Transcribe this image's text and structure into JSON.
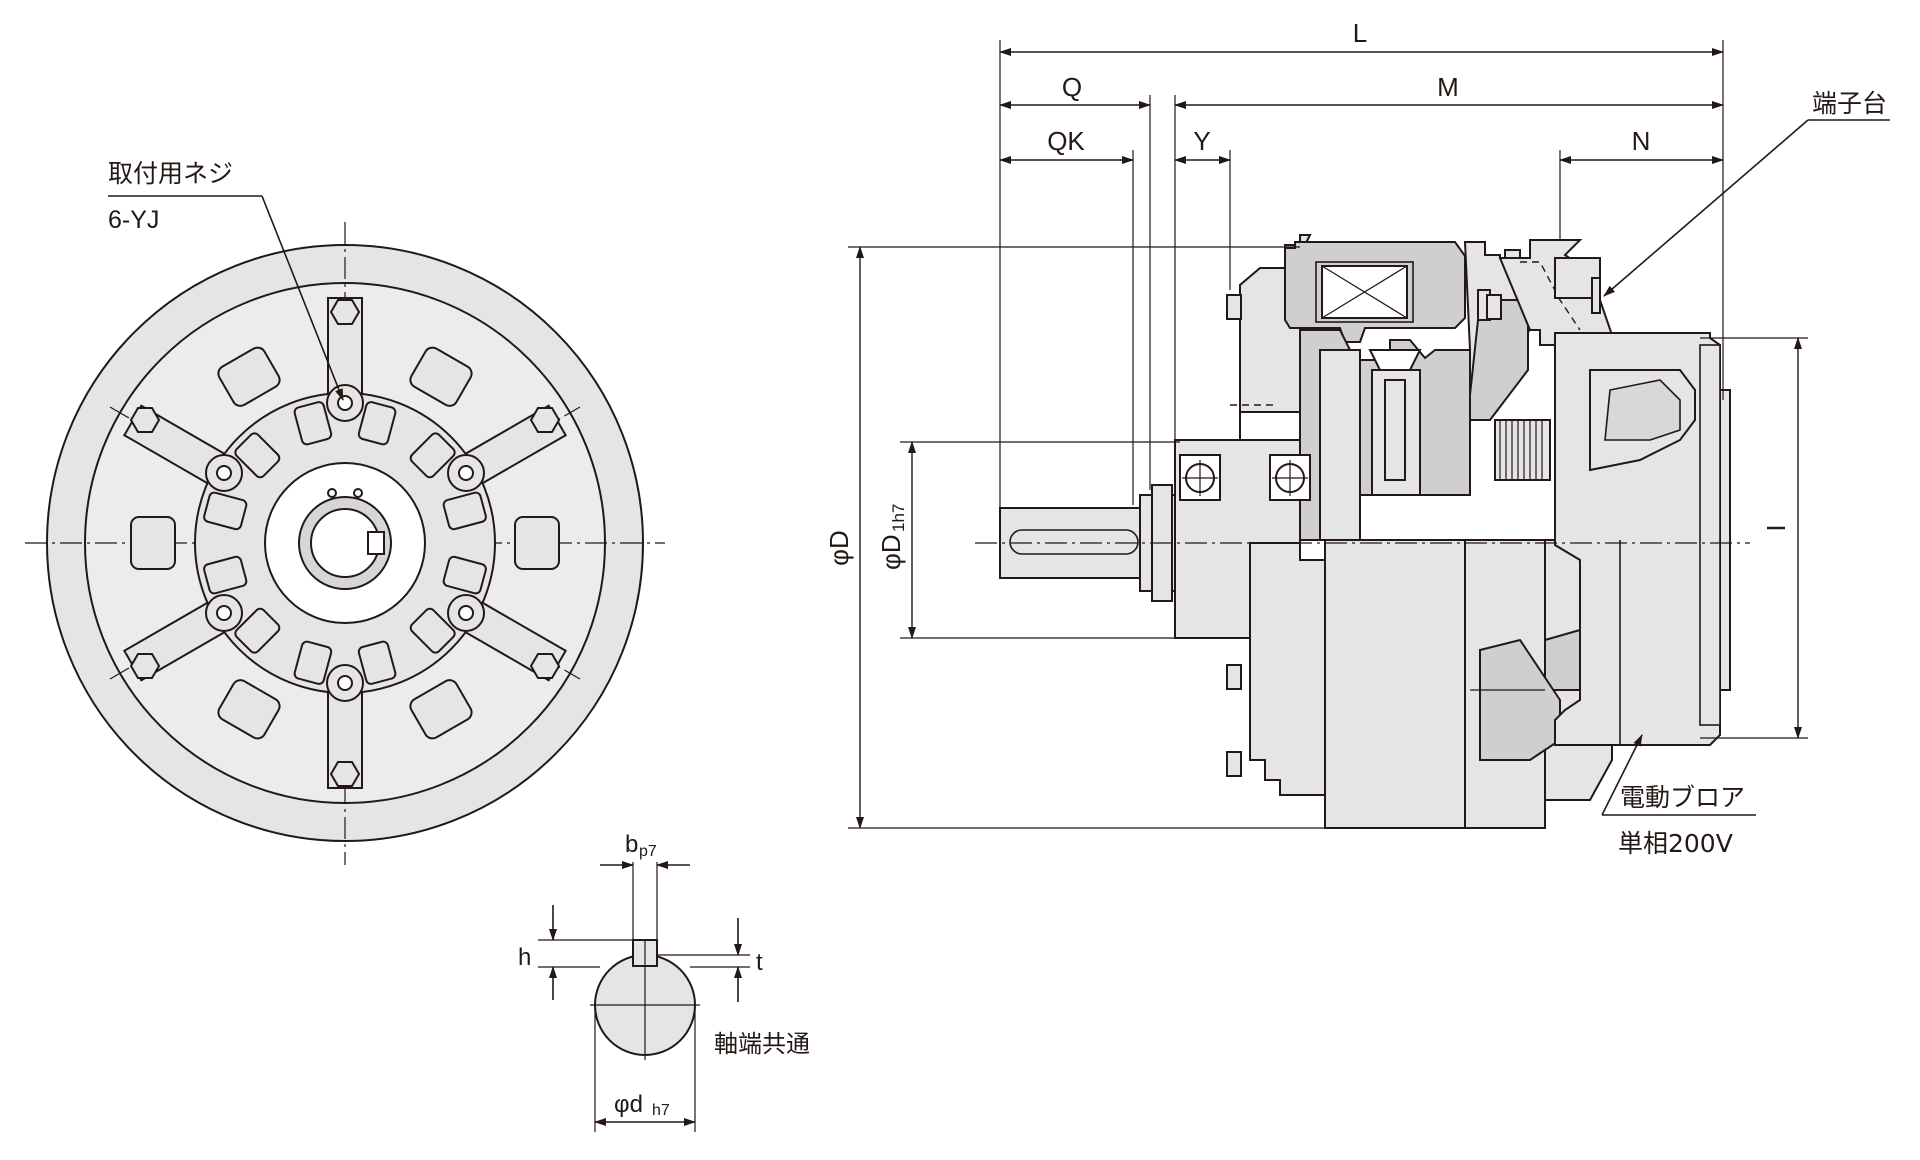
{
  "front_view": {
    "callout_title": "取付用ネジ",
    "callout_spec": "6-YJ"
  },
  "side_view": {
    "dim_L": "L",
    "dim_Q": "Q",
    "dim_M": "M",
    "dim_QK": "QK",
    "dim_Y": "Y",
    "dim_N": "N",
    "dim_D": "φD",
    "dim_D1_main": "φD",
    "dim_D1_sub": "1h7",
    "dim_I": "I",
    "terminal_label": "端子台",
    "blower_label": "電動ブロア",
    "blower_spec": "単相200V"
  },
  "shaft_detail": {
    "dim_b_main": "b",
    "dim_b_sub": "p7",
    "dim_h": "h",
    "dim_t": "t",
    "dim_d_main": "φd",
    "dim_d_sub": "h7",
    "note": "軸端共通"
  }
}
